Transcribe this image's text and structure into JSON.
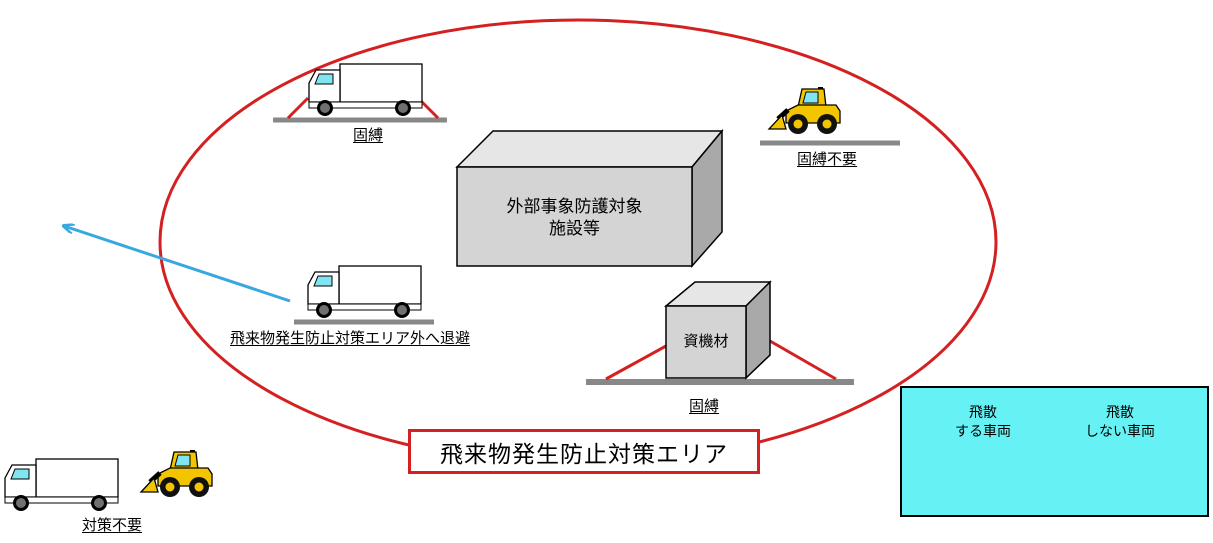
{
  "labels": {
    "tie_truck": "固縛",
    "tie_loader": "固縛不要",
    "facility": [
      "外部事象防護対象",
      "施設等"
    ],
    "materials": "資機材",
    "tie_materials": "固縛",
    "evacuate": "飛来物発生防止対策エリア外へ退避",
    "area": "飛来物発生防止対策エリア",
    "no_measure": "対策不要"
  },
  "legend": {
    "scatter_vehicle": [
      "飛散",
      "する車両"
    ],
    "no_scatter_vehicle": [
      "飛散",
      "しない車両"
    ]
  },
  "colors": {
    "area_ellipse": "#d42020",
    "arrow": "#3aa8e0",
    "legend_bg": "#66f2f5",
    "loader_body": "#f3c500",
    "box_face": "#d4d4d4",
    "box_top": "#e6e6e6",
    "box_side": "#a9a9a9"
  }
}
